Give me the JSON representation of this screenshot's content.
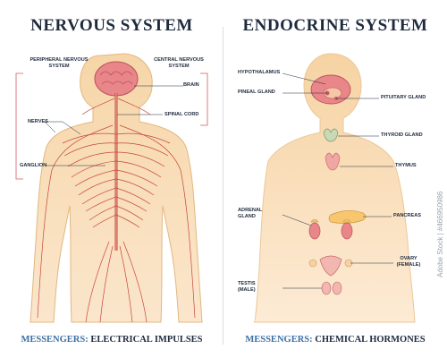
{
  "left": {
    "title": "NERVOUS SYSTEM",
    "labels": {
      "peripheral": "PERIPHERAL NERVOUS SYSTEM",
      "central": "CENTRAL NERVOUS SYSTEM",
      "brain": "BRAIN",
      "nerves": "NERVES",
      "spinal_cord": "SPINAL CORD",
      "ganglion": "GANGLION"
    },
    "messengers_key": "MESSENGERS:",
    "messengers_value": "ELECTRICAL IMPULSES"
  },
  "right": {
    "title": "ENDOCRINE SYSTEM",
    "labels": {
      "hypothalamus": "HYPOTHALAMUS",
      "pineal": "PINEAL GLAND",
      "pituitary": "PITUITARY GLAND",
      "thyroid": "THYROID GLAND",
      "thymus": "THYMUS",
      "adrenal": "ADRENAL GLAND",
      "pancreas": "PANCREAS",
      "ovary": "OVARY (FEMALE)",
      "testis": "TESTIS (MALE)"
    },
    "messengers_key": "MESSENGERS:",
    "messengers_value": "CHEMICAL HORMONES"
  },
  "colors": {
    "skin": "#f7d6a6",
    "nerve": "#c8463c",
    "brain": "#e9868a",
    "text": "#1f2a3d",
    "accent": "#3c6fa6"
  },
  "watermark": "Adobe Stock | #466950986"
}
